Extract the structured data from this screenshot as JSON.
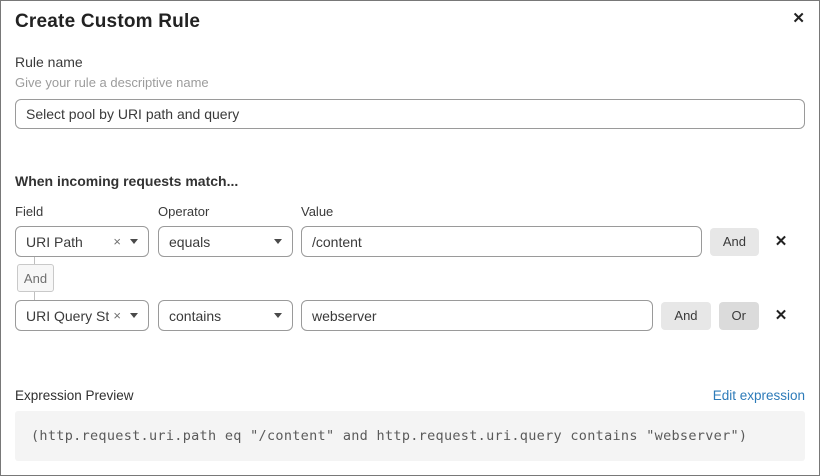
{
  "dialog": {
    "title": "Create Custom Rule"
  },
  "icons": {
    "close": "✕",
    "delete_row": "✕",
    "clear": "×"
  },
  "rule_name": {
    "label": "Rule name",
    "hint": "Give your rule a descriptive name",
    "value": "Select pool by URI path and query"
  },
  "match": {
    "heading": "When incoming requests match...",
    "columns": {
      "field": "Field",
      "operator": "Operator",
      "value": "Value"
    },
    "connector": "And",
    "rows": [
      {
        "field": "URI Path",
        "operator": "equals",
        "value": "/content",
        "buttons": [
          "And"
        ]
      },
      {
        "field": "URI Query St...",
        "operator": "contains",
        "value": "webserver",
        "buttons": [
          "And",
          "Or"
        ]
      }
    ]
  },
  "expression": {
    "label": "Expression Preview",
    "edit_link": "Edit expression",
    "code": "(http.request.uri.path eq \"/content\" and http.request.uri.query contains \"webserver\")"
  },
  "colors": {
    "link_blue": "#2d7bb9",
    "chip_gray": "#e7e7e7",
    "chip_gray_dark": "#dbdbdb",
    "input_border": "#9a9a9a",
    "code_bg": "#f4f4f4",
    "dialog_border": "#787878"
  }
}
